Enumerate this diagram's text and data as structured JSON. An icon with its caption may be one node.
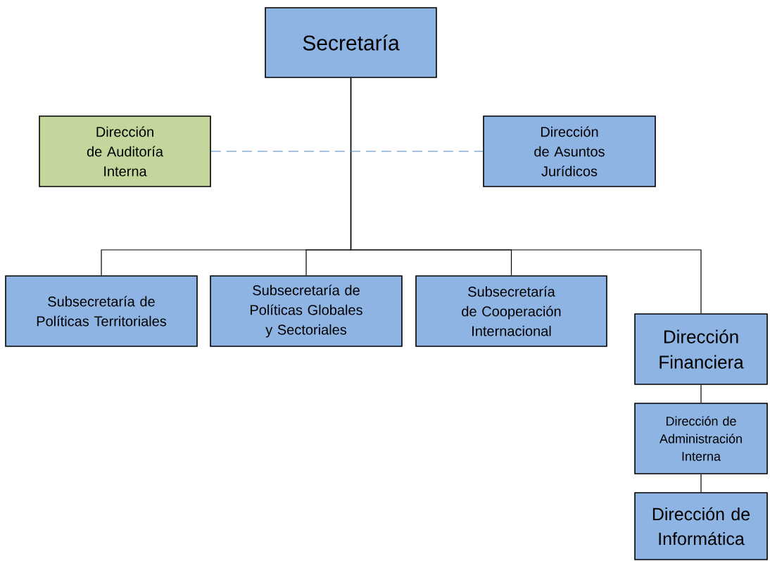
{
  "diagram": {
    "nodes": [
      {
        "text": [
          "Secretaría"
        ]
      },
      {
        "text": [
          "Dirección de Auditoría Interna"
        ]
      },
      {
        "text": [
          "Dirección de Asuntos Jurídicos"
        ]
      },
      {
        "text": [
          "Subsecretaría de Políticas Territoriales"
        ]
      },
      {
        "text": [
          "Subsecretaría de Políticas Globales y Sectoriales"
        ]
      },
      {
        "text": [
          "Subsecretaría de Cooperación Internacional"
        ]
      },
      {
        "text": [
          "Dirección Financiera"
        ]
      },
      {
        "text": [
          "Dirección de Administración Interna"
        ]
      },
      {
        "text": [
          "Dirección de Informática"
        ]
      }
    ],
    "edges": [
      {
        "from": 0,
        "to": 3,
        "arrow": "none"
      },
      {
        "from": 0,
        "to": 4,
        "arrow": "none"
      },
      {
        "from": 0,
        "to": 5,
        "arrow": "none"
      },
      {
        "from": 0,
        "to": 6,
        "arrow": "none"
      },
      {
        "from": 1,
        "to": 2,
        "arrow": "none",
        "style": "dashed",
        "color": "#4f81bd"
      },
      {
        "from": 6,
        "to": 7,
        "arrow": "none"
      },
      {
        "from": 7,
        "to": 8,
        "arrow": "none"
      }
    ]
  }
}
